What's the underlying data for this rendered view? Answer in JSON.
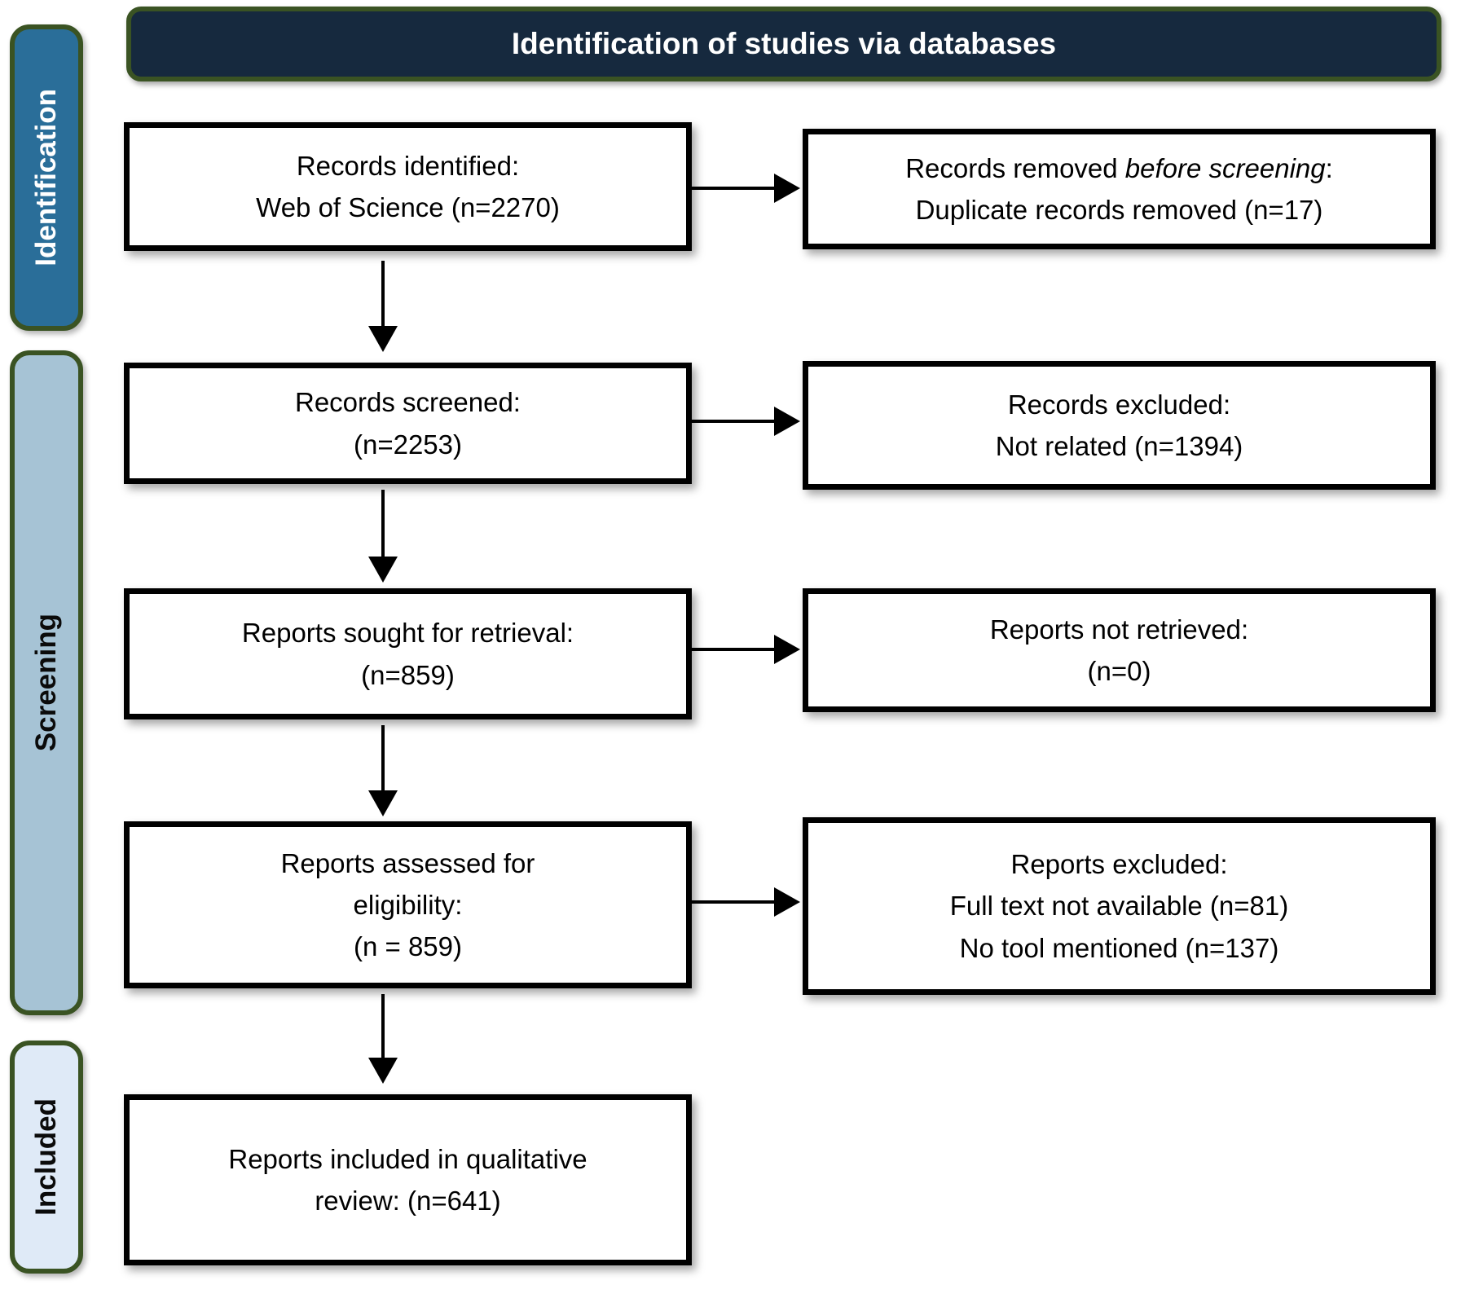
{
  "title": "Identification of studies via databases",
  "colors": {
    "banner_bg": "#16293e",
    "green_border": "#3a5323",
    "identification_bg": "#2a6e99",
    "screening_bg": "#a6c3d5",
    "included_bg": "#dfeaf7",
    "box_border": "#000000",
    "box_bg": "#ffffff"
  },
  "stages": {
    "identification": "Identification",
    "screening": "Screening",
    "included": "Included"
  },
  "flow": {
    "identification": {
      "records_identified": {
        "line1": "Records identified:",
        "line2": "Web of Science (n=2270)"
      },
      "records_removed": {
        "line1_prefix": "Records removed ",
        "line1_italic": "before screening",
        "line1_suffix": ":",
        "line2": "Duplicate records removed (n=17)"
      }
    },
    "screening": {
      "records_screened": {
        "line1": "Records screened:",
        "line2": "(n=2253)"
      },
      "records_excluded": {
        "line1": "Records excluded:",
        "line2": "Not related (n=1394)"
      },
      "reports_sought": {
        "line1": "Reports sought for retrieval:",
        "line2": "(n=859)"
      },
      "reports_not_retrieved": {
        "line1": "Reports not retrieved:",
        "line2": "(n=0)"
      },
      "reports_assessed": {
        "line1": "Reports assessed for",
        "line2": "eligibility:",
        "line3": "(n = 859)"
      },
      "reports_excluded": {
        "line1": "Reports excluded:",
        "line2": "Full text not available (n=81)",
        "line3": "No tool mentioned (n=137)"
      }
    },
    "included": {
      "reports_included": {
        "line1": "Reports included in qualitative",
        "line2": "review: (n=641)"
      }
    }
  }
}
